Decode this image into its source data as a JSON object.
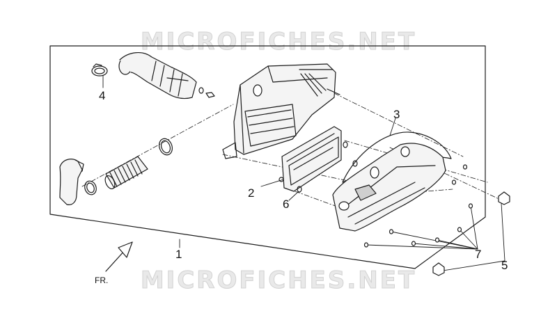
{
  "watermark": {
    "top": "MICROFICHES.NET",
    "bottom": "MICROFICHES.NET"
  },
  "callouts": {
    "c1": "1",
    "c2": "2",
    "c3": "3",
    "c4": "4",
    "c5": "5",
    "c6": "6",
    "c7": "7"
  },
  "direction": {
    "label": "FR."
  },
  "colors": {
    "line": "#1a1a1a",
    "fill": "#f4f4f4",
    "shade": "#cfcfcf",
    "watermark": "#e9e9e9"
  }
}
